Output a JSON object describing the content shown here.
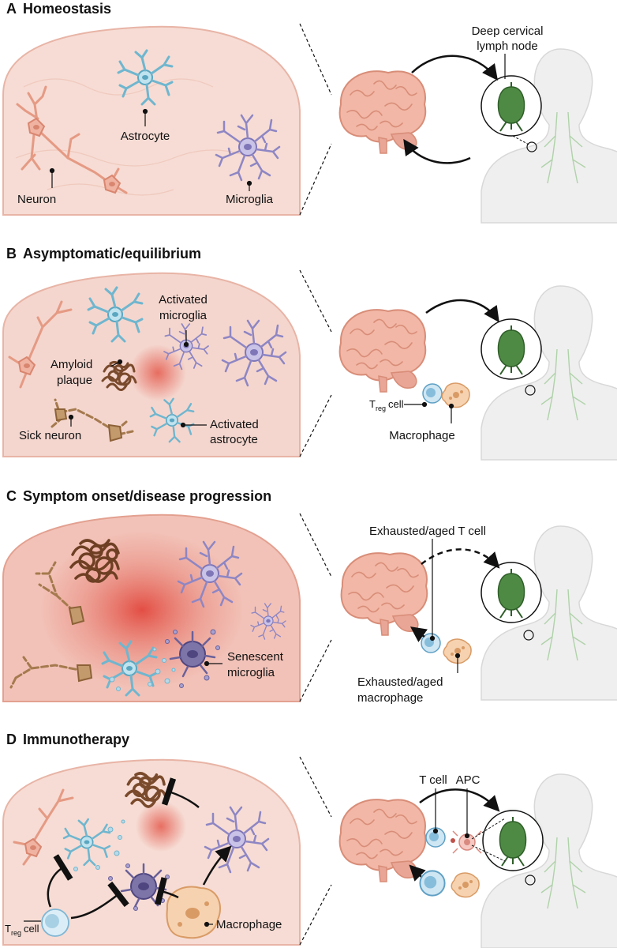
{
  "panels": [
    {
      "letter": "A",
      "title": "Homeostasis"
    },
    {
      "letter": "B",
      "title": "Asymptomatic/equilibrium"
    },
    {
      "letter": "C",
      "title": "Symptom onset/disease progression"
    },
    {
      "letter": "D",
      "title": "Immunotherapy"
    }
  ],
  "labels": {
    "a_astrocyte": "Astrocyte",
    "a_neuron": "Neuron",
    "a_microglia": "Microglia",
    "a_lymph_1": "Deep cervical",
    "a_lymph_2": "lymph node",
    "b_activated_microglia_1": "Activated",
    "b_activated_microglia_2": "microglia",
    "b_amyloid_1": "Amyloid",
    "b_amyloid_2": "plaque",
    "b_sick_neuron": "Sick neuron",
    "b_activated_astro_1": "Activated",
    "b_activated_astro_2": "astrocyte",
    "b_treg_T": "T",
    "b_treg_sub": "reg",
    "b_treg_cell": "cell",
    "b_macrophage": "Macrophage",
    "c_exhausted_t": "Exhausted/aged T cell",
    "c_senescent_1": "Senescent",
    "c_senescent_2": "microglia",
    "c_exh_mac_1": "Exhausted/aged",
    "c_exh_mac_2": "macrophage",
    "d_tcell": "T cell",
    "d_apc": "APC",
    "d_treg_T": "T",
    "d_treg_sub": "reg",
    "d_treg_cell": "cell",
    "d_macrophage": "Macrophage"
  },
  "colors": {
    "brain_tissue": "#f6dcd4",
    "brain_organ": "#f2b7a6",
    "lymph_node": "#3f7a3a",
    "inflammation": "#e2463a",
    "astrocyte": "#6fb6cf",
    "microglia": "#8e86c4",
    "neuron": "#e59a84",
    "sick_neuron": "#a57a4e"
  }
}
